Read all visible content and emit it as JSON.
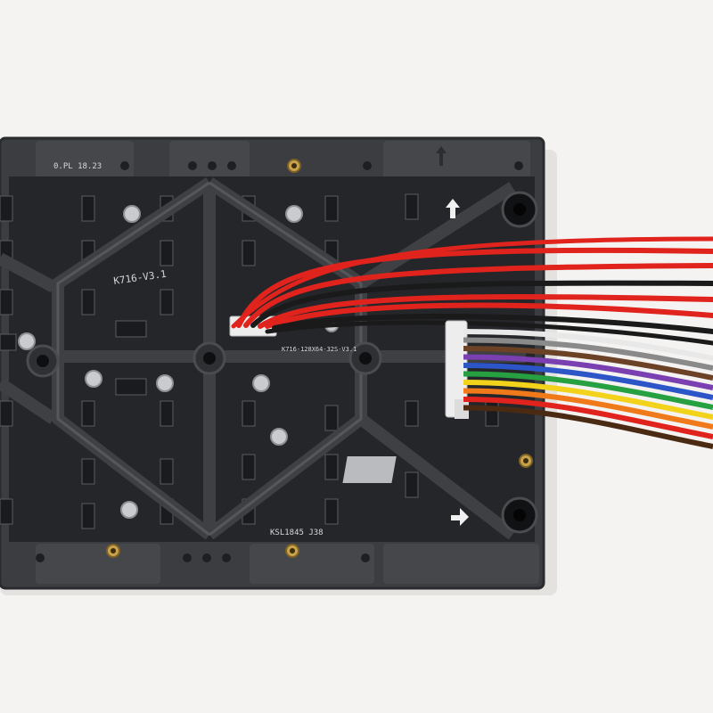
{
  "board": {
    "model_label": "K716-V3.1",
    "part_label": "K716-128X64-32S-V3.1",
    "batch_label": "KSL1845 J38",
    "frame_marking": "0.PL 18.23"
  },
  "colors": {
    "background": "#f4f3f1",
    "frame": "#3b3d41",
    "pcb": "#24262a",
    "power_red": "#e0231c",
    "power_black": "#1a1a1a",
    "connector": "#ededed",
    "brass": "#c9a24a",
    "ribbon": [
      "#e8e8e8",
      "#8a8a8a",
      "#6b4226",
      "#7a3fb0",
      "#2c55c8",
      "#26a040",
      "#f2d21b",
      "#f07a1a",
      "#e0231c",
      "#4a2a12"
    ]
  }
}
